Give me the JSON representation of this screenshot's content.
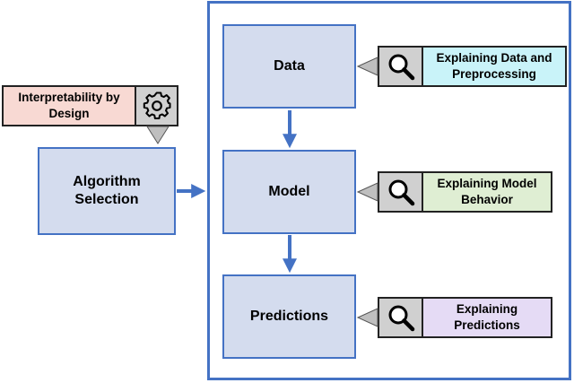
{
  "pipeline": {
    "data_label": "Data",
    "model_label": "Model",
    "predictions_label": "Predictions"
  },
  "algorithm": {
    "label": "Algorithm Selection",
    "design_label": "Interpretability by Design",
    "design_icon": "gear-icon"
  },
  "explanations": {
    "data_label": "Explaining Data and Preprocessing",
    "model_label": "Explaining Model Behavior",
    "predictions_label": "Explaining Predictions",
    "icon": "magnifier-icon"
  },
  "colors": {
    "border_blue": "#4472c4",
    "box_fill": "#d4dcee",
    "data_expl_fill": "#c9f3f9",
    "model_expl_fill": "#dfeed3",
    "predictions_expl_fill": "#e5dbf5",
    "design_fill": "#f8d9d3",
    "icon_fill": "#d0d0d0"
  }
}
